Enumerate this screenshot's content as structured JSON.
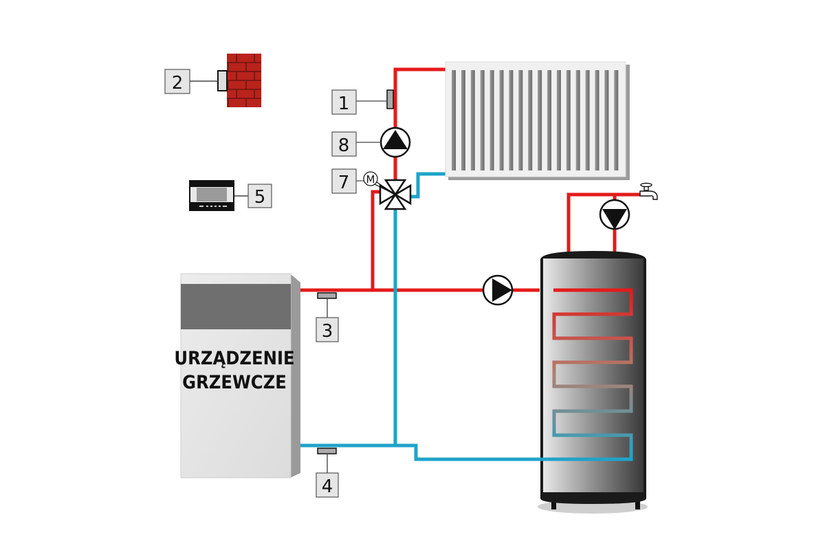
{
  "diagram": {
    "boiler": {
      "line1": "URZĄDZENIE",
      "line2": "GRZEWCZE"
    },
    "labels": {
      "sensor_1": "1",
      "outdoor_sensor_2": "2",
      "sensor_3": "3",
      "sensor_4": "4",
      "controller_5": "5",
      "valve_actuator_7": "7",
      "pump_8": "8"
    },
    "motor_symbol": "M",
    "colors": {
      "hot_pipe": "#e31b1b",
      "cold_pipe": "#1fa3c9",
      "brick": "#b8231c",
      "label_box": "#e6e6e6"
    }
  }
}
